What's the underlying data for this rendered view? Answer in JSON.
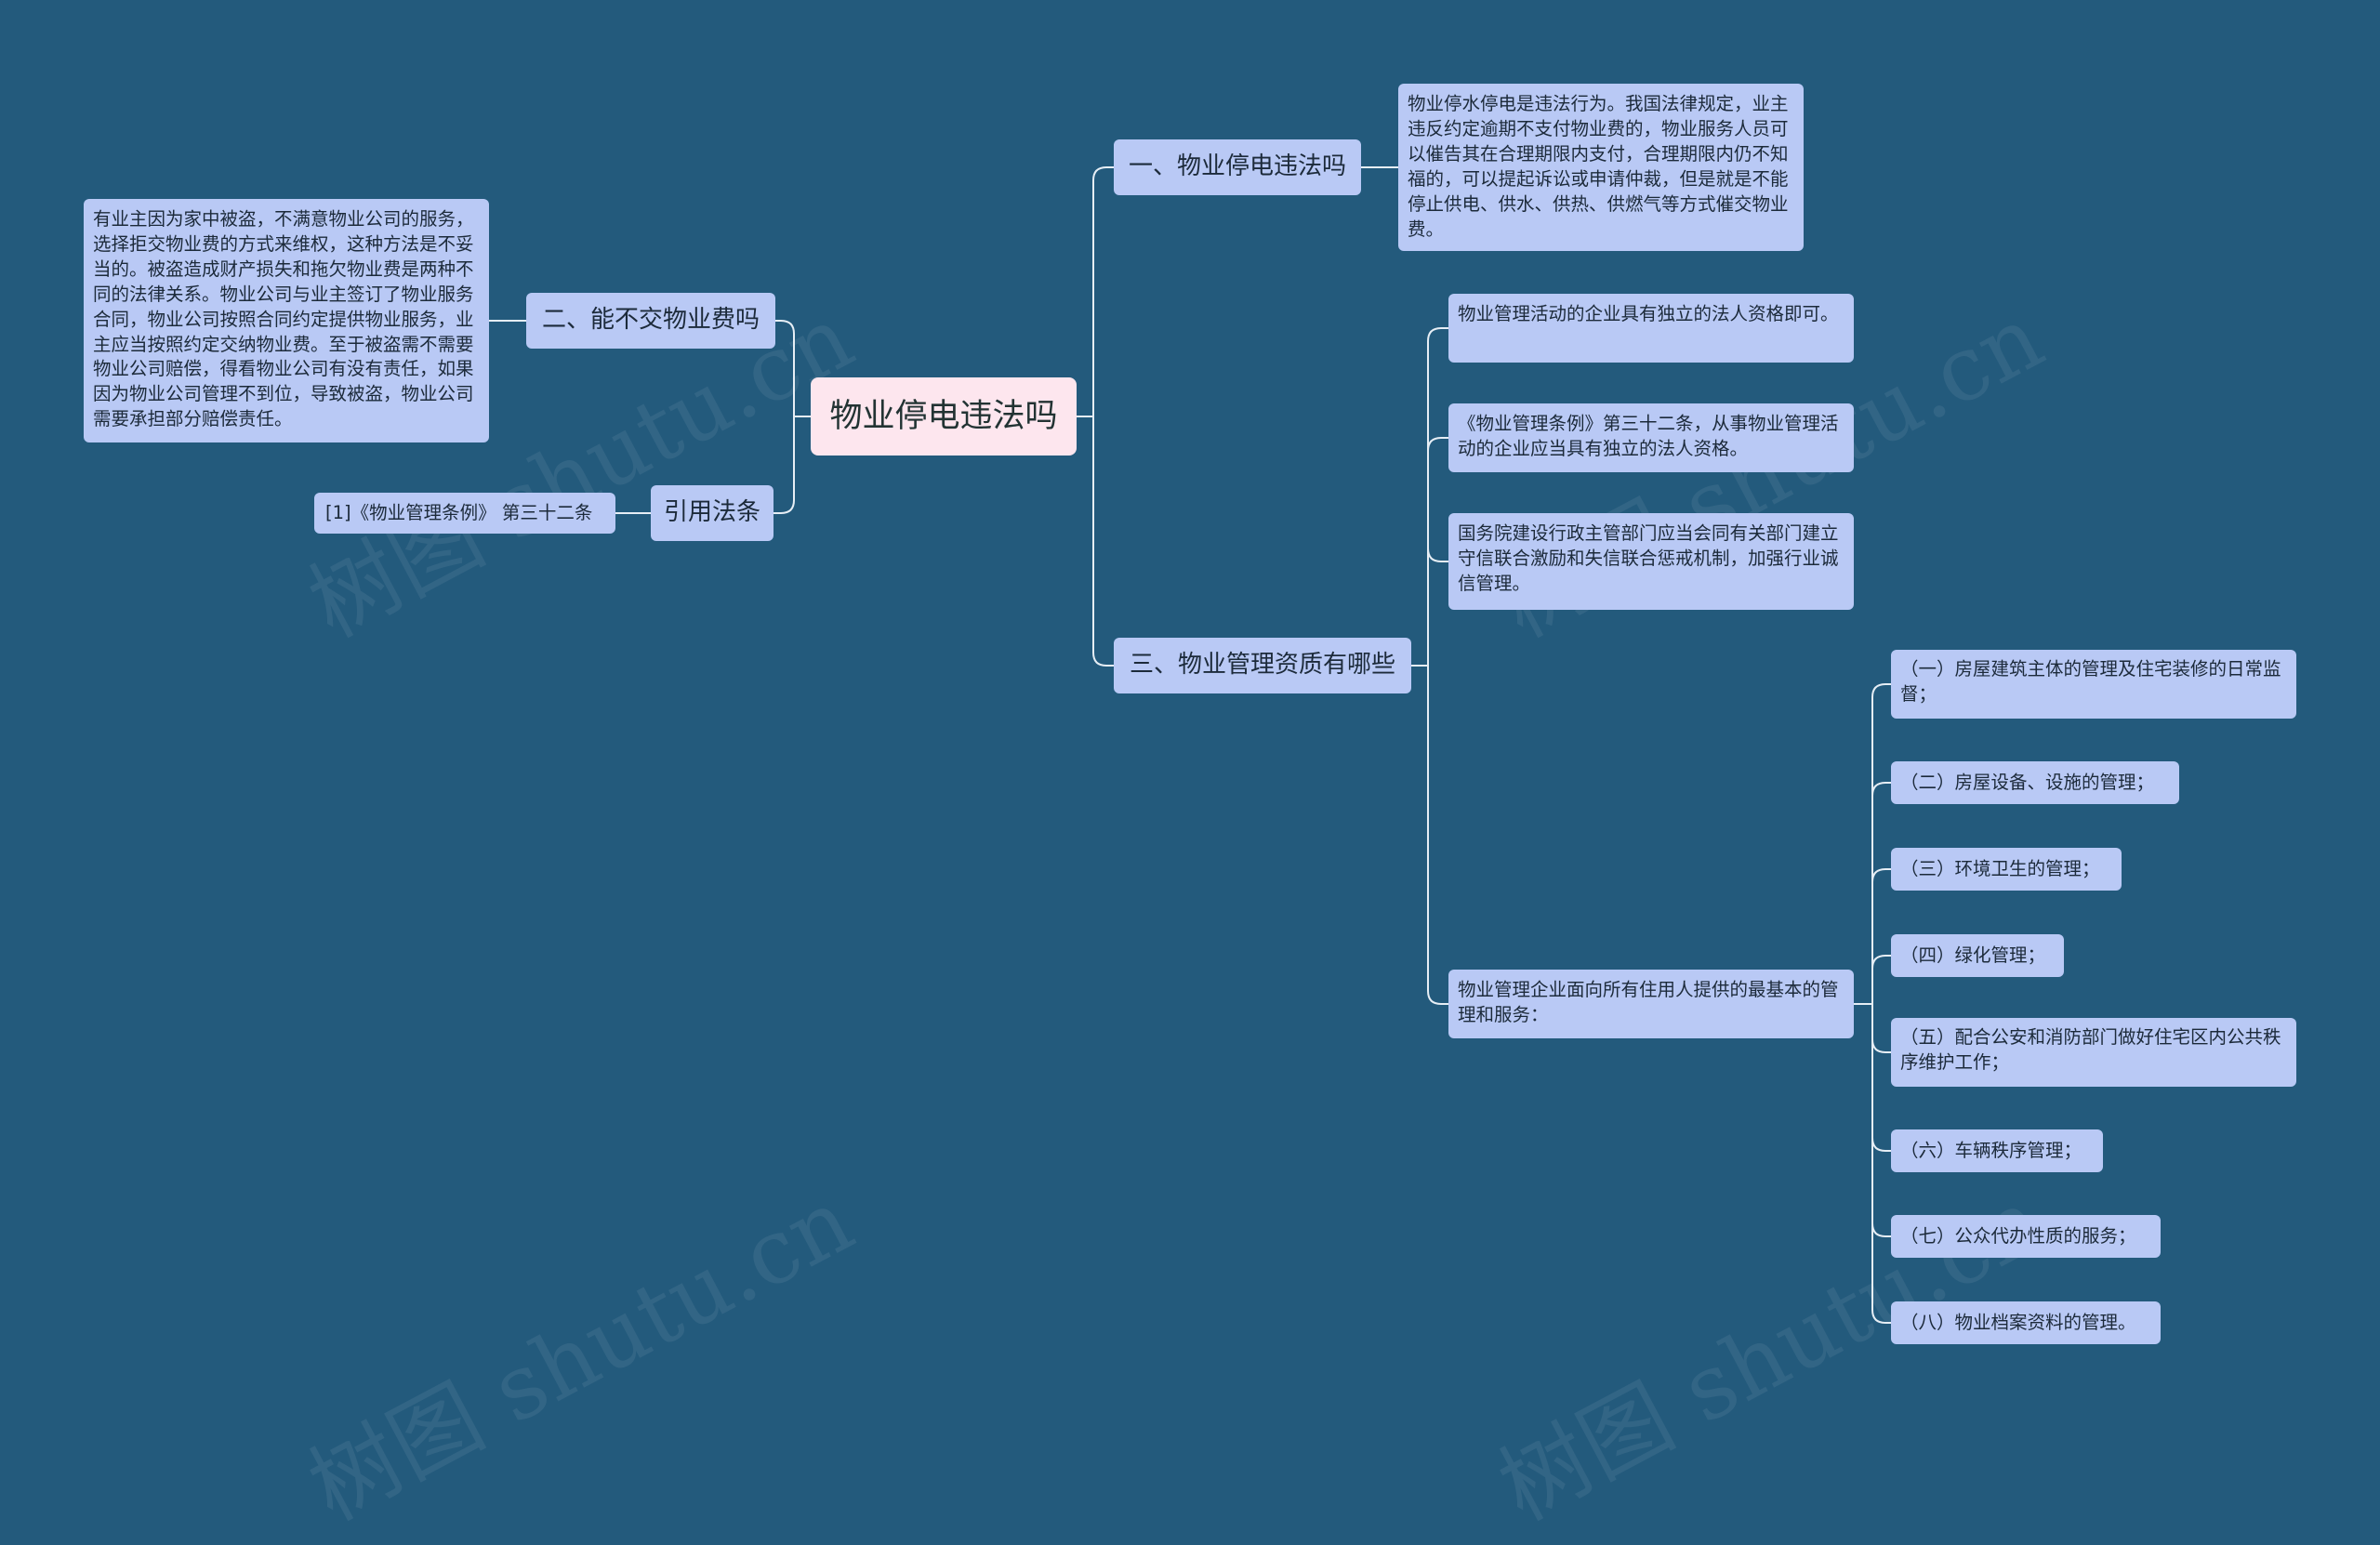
{
  "root": {
    "title": "物业停电违法吗"
  },
  "branches": {
    "b1": {
      "label": "一、物业停电违法吗",
      "content": "物业停水停电是违法行为。我国法律规定，业主违反约定逾期不支付物业费的，物业服务人员可以催告其在合理期限内支付，合理期限内仍不知福的，可以提起诉讼或申请仲裁，但是就是不能停止供电、供水、供热、供燃气等方式催交物业费。"
    },
    "b2": {
      "label": "二、能不交物业费吗",
      "content": "有业主因为家中被盗，不满意物业公司的服务，选择拒交物业费的方式来维权，这种方法是不妥当的。被盗造成财产损失和拖欠物业费是两种不同的法律关系。物业公司与业主签订了物业服务合同，物业公司按照合同约定提供物业服务，业主应当按照约定交纳物业费。至于被盗需不需要物业公司赔偿，得看物业公司有没有责任，如果因为物业公司管理不到位，导致被盗，物业公司需要承担部分赔偿责任。"
    },
    "b3": {
      "label": "三、物业管理资质有哪些",
      "children": [
        "物业管理活动的企业具有独立的法人资格即可。",
        "《物业管理条例》第三十二条，从事物业管理活动的企业应当具有独立的法人资格。",
        "国务院建设行政主管部门应当会同有关部门建立守信联合激励和失信联合惩戒机制，加强行业诚信管理。",
        "物业管理企业面向所有住用人提供的最基本的管理和服务："
      ],
      "services": [
        "（一）房屋建筑主体的管理及住宅装修的日常监督；",
        "（二）房屋设备、设施的管理；",
        "（三）环境卫生的管理；",
        "（四）绿化管理；",
        "（五）配合公安和消防部门做好住宅区内公共秩序维护工作；",
        "（六）车辆秩序管理；",
        "（七）公众代办性质的服务；",
        "（八）物业档案资料的管理。"
      ]
    },
    "ref": {
      "label": "引用法条",
      "items": [
        "[1]《物业管理条例》 第三十二条"
      ]
    }
  },
  "watermark": "树图 shutu.cn",
  "colors": {
    "background": "#235a7c",
    "node": "#b9c9f5",
    "root": "#fde6ee",
    "edge": "#e6eef5"
  }
}
